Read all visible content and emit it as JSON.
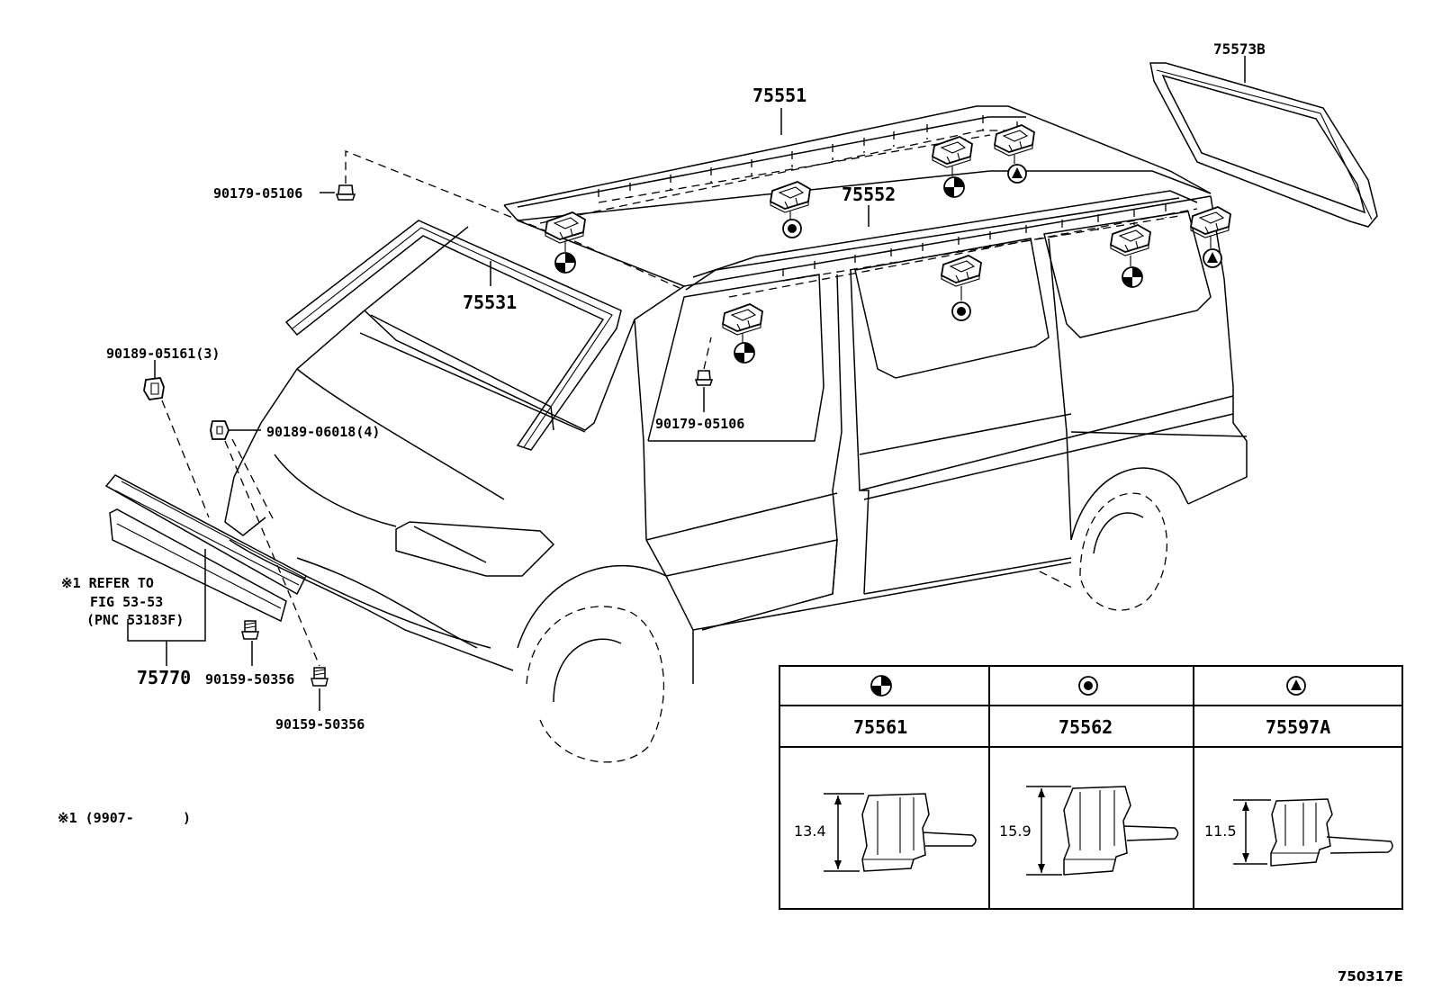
{
  "diagram": {
    "part_labels": {
      "p75573b": "75573B",
      "p75551": "75551",
      "p75552": "75552",
      "p75531": "75531",
      "p90179_top": "90179-05106",
      "p90179_mid": "90179-05106",
      "p90189_05161": "90189-05161(3)",
      "p90189_06018": "90189-06018(4)",
      "p90159_a": "90159-50356",
      "p90159_b": "90159-50356",
      "p75770": "75770"
    },
    "note_ref": {
      "line1": "※1 REFER TO",
      "line2": "FIG 53-53",
      "line3": "(PNC 53183F)"
    },
    "footnote": "※1 (9907-      )",
    "figure_code": "750317E",
    "clip_table": {
      "columns": [
        {
          "symbol": "half-filled-circle",
          "part": "75561",
          "height": "13.4"
        },
        {
          "symbol": "dotted-circle",
          "part": "75562",
          "height": "15.9"
        },
        {
          "symbol": "triangle-in-circle",
          "part": "75597A",
          "height": "11.5"
        }
      ]
    }
  }
}
